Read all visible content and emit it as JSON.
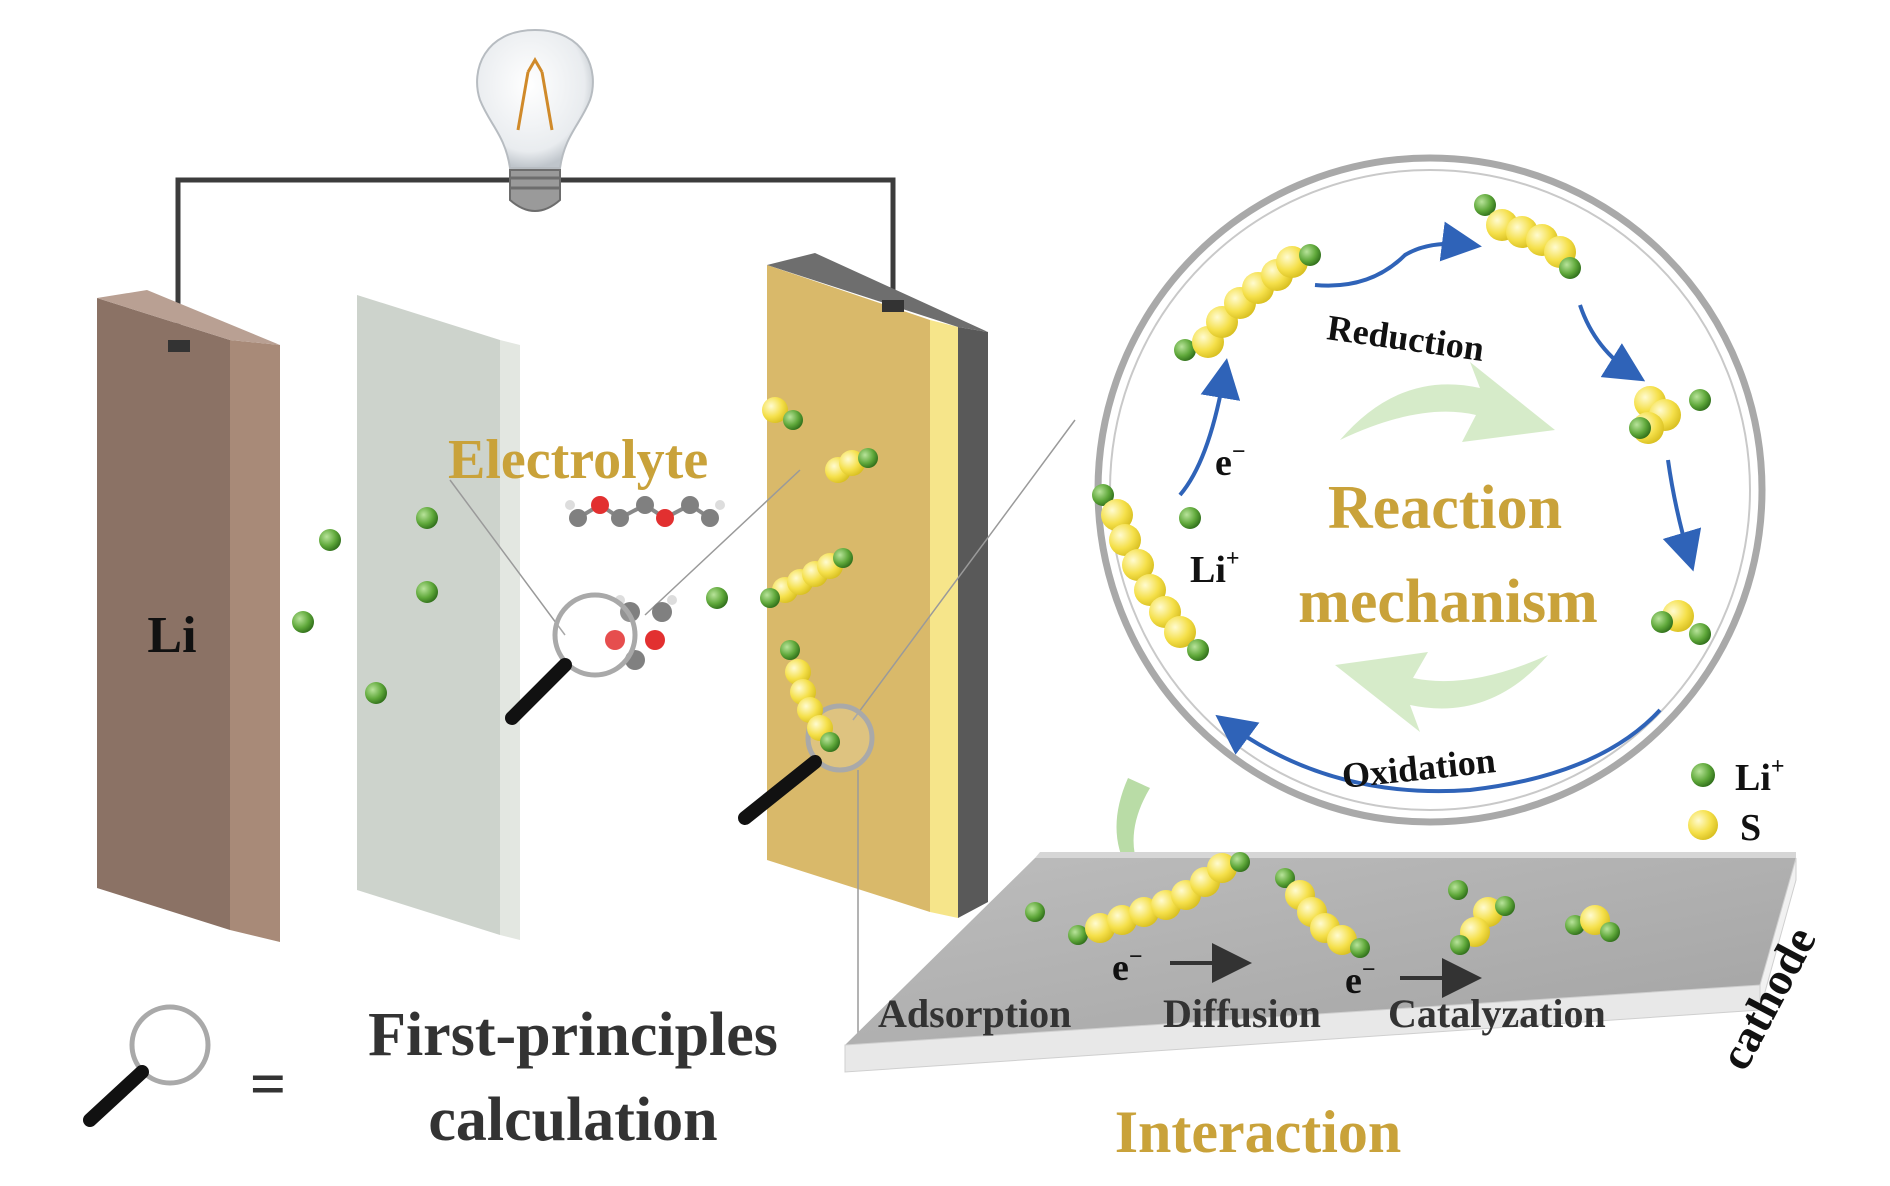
{
  "labels": {
    "li_electrode": "Li",
    "electrolyte": "Electrolyte",
    "reaction_line1": "Reaction",
    "reaction_line2": "mechanism",
    "reduction": "Reduction",
    "oxidation": "Oxidation",
    "electron": "e",
    "electron_sup": "−",
    "li_ion": "Li",
    "li_ion_sup": "+",
    "adsorption": "Adsorption",
    "diffusion": "Diffusion",
    "catalyzation": "Catalyzation",
    "cathode": "cathode",
    "interaction": "Interaction",
    "equals": "=",
    "first_principles_line1": "First-principles",
    "first_principles_line2": "calculation"
  },
  "legend": {
    "li_label": "Li",
    "li_sup": "+",
    "s_label": "S"
  },
  "colors": {
    "li_atom": "#5fa83a",
    "s_atom": "#f5e04a",
    "gold_text": "#c9a23a",
    "li_electrode": "#a88a78",
    "separator": "#cdd3cc",
    "cathode_gold": "#d9b96a",
    "cathode_yellow": "#f6e58a",
    "current_collector": "#5a5a5a",
    "arrow_blue": "#2f63b8",
    "arrow_green": "#b9dca6"
  },
  "icons": [
    "light-bulb-icon",
    "magnifier-icon",
    "molecule-icon"
  ]
}
